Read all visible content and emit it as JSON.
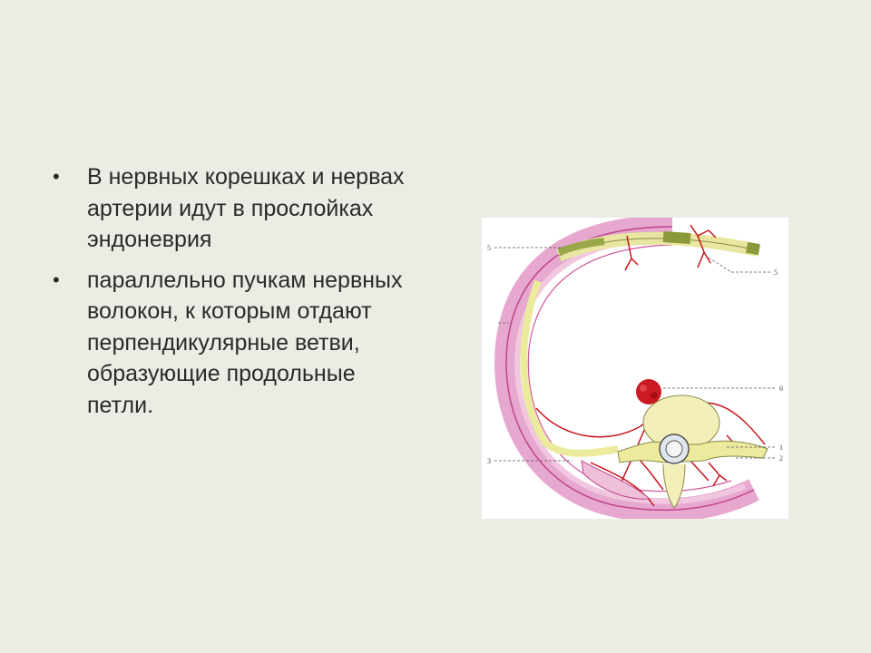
{
  "bullets": [
    "В нервных корешках и нервах артерии идут в прослойках эндоневрия",
    "параллельно пучкам нервных волокон, к которым отдают перпендикулярные ветви, образующие продольные петли."
  ],
  "figure": {
    "labels": {
      "l5_left": "5",
      "l5_right": "5",
      "l6": "6",
      "l1": "1",
      "l2": "2",
      "l3": "3"
    }
  }
}
